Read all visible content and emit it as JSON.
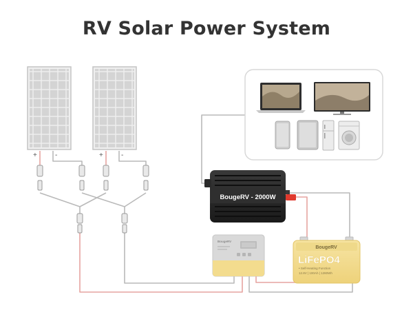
{
  "title": "RV Solar Power System",
  "panels": [
    {
      "plus": "+",
      "minus": "-"
    },
    {
      "plus": "+",
      "minus": "-"
    }
  ],
  "inverter": {
    "brand": "BougeRV",
    "model": "2000W",
    "label": "BougeRV - 2000W"
  },
  "controller": {
    "brand": "BougeRV"
  },
  "battery": {
    "brand": "BougeRV",
    "chemistry": "LiFePO4",
    "feature_line": "• Self-Heating Function",
    "spec_line": "12.8V | 100Ah | 1280Wh"
  },
  "appliances": [
    "laptop-icon",
    "tv-icon",
    "phone-icon",
    "tablet-icon",
    "refrigerator-icon",
    "washing-machine-icon"
  ],
  "colors": {
    "positive_wire": "#e6a3a0",
    "negative_wire": "#b9b9b9",
    "inverter_body": "#2a2a2a",
    "battery_yellow": "#f3dc8e",
    "controller_gray": "#d9d9d9",
    "title": "#333333"
  }
}
